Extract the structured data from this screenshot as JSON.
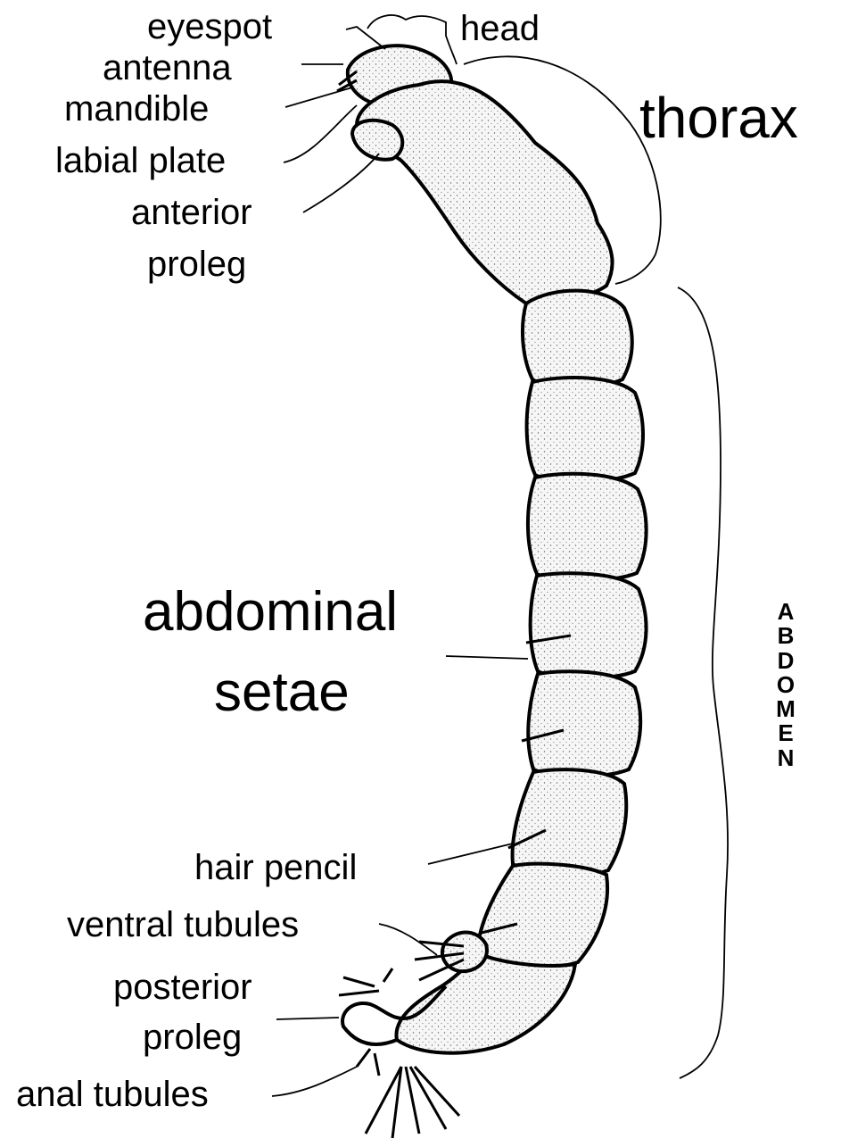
{
  "labels": {
    "eyespot": "eyespot",
    "head": "head",
    "antenna": "antenna",
    "mandible": "mandible",
    "thorax": "thorax",
    "labial_plate": "labial plate",
    "anterior_proleg_line1": "anterior",
    "anterior_proleg_line2": "proleg",
    "abdominal_setae_line1": "abdominal",
    "abdominal_setae_line2": "setae",
    "abdomen_letters": [
      "A",
      "B",
      "D",
      "O",
      "M",
      "E",
      "N"
    ],
    "hair_pencil": "hair pencil",
    "ventral_tubules": "ventral tubules",
    "posterior_proleg_line1": "posterior",
    "posterior_proleg_line2": "proleg",
    "anal_tubules": "anal tubules"
  },
  "colors": {
    "ink": "#000000",
    "body_fill": "#f4f4f4",
    "stipple": "#555555"
  }
}
